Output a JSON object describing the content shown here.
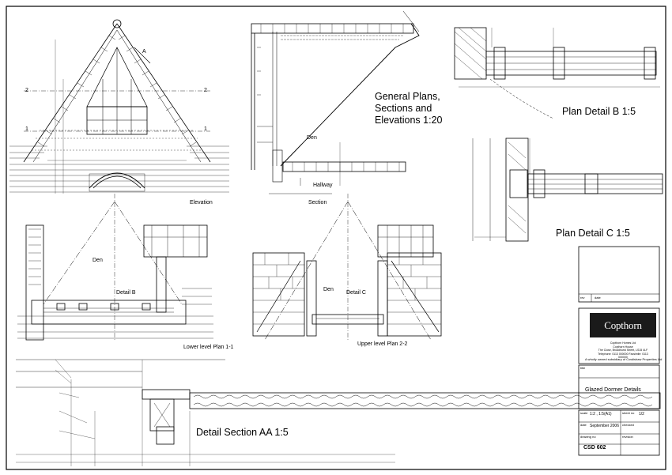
{
  "sheet": {
    "heading_lines": [
      "General Plans,",
      "Sections and",
      "Elevations  1:20"
    ],
    "view_labels": {
      "elevation": "Elevation",
      "section": "Section",
      "lower_plan": "Lower level Plan 1-1",
      "upper_plan": "Upper level Plan 2-2",
      "plan_detail_b": "Plan Detail B  1:5",
      "plan_detail_c": "Plan Detail C  1:5",
      "detail_section": "Detail Section AA  1:5"
    },
    "room_labels": {
      "den_section": "Den",
      "hallway": "Hallway",
      "den_lower": "Den",
      "den_upper": "Den",
      "detail_b": "Detail B",
      "detail_c": "Detail C"
    },
    "section_markers": {
      "level_2": "2",
      "level_1": "1",
      "section_a": "A"
    }
  },
  "title_block": {
    "company": "Copthorn Homes",
    "company_address_lines": [
      "Copthorn Homes Ltd",
      "Copthorn House",
      "The Close, Broadhurst Street, LS15 4LF",
      "Telephone: 0113 000000  Facsimile: 0113 000000"
    ],
    "subsidiary_note": "A wholly owned subsidiary of Cowlishaw Properties Ltd",
    "title_label": "title",
    "drawing_title": "Glazed Dormer Details",
    "scale_label": "scale",
    "scale_value": "1:2 , 1:5(A1)",
    "sheet_label": "sheet no",
    "sheet_value": "1/2",
    "date_label": "date",
    "date_value": "September 2006",
    "checked_label": "checked",
    "drawing_no_label": "drawing no",
    "revision_label": "revision",
    "drawing_no": "CSD 602",
    "rev_label_box": "rev",
    "date_box_label": "date"
  }
}
